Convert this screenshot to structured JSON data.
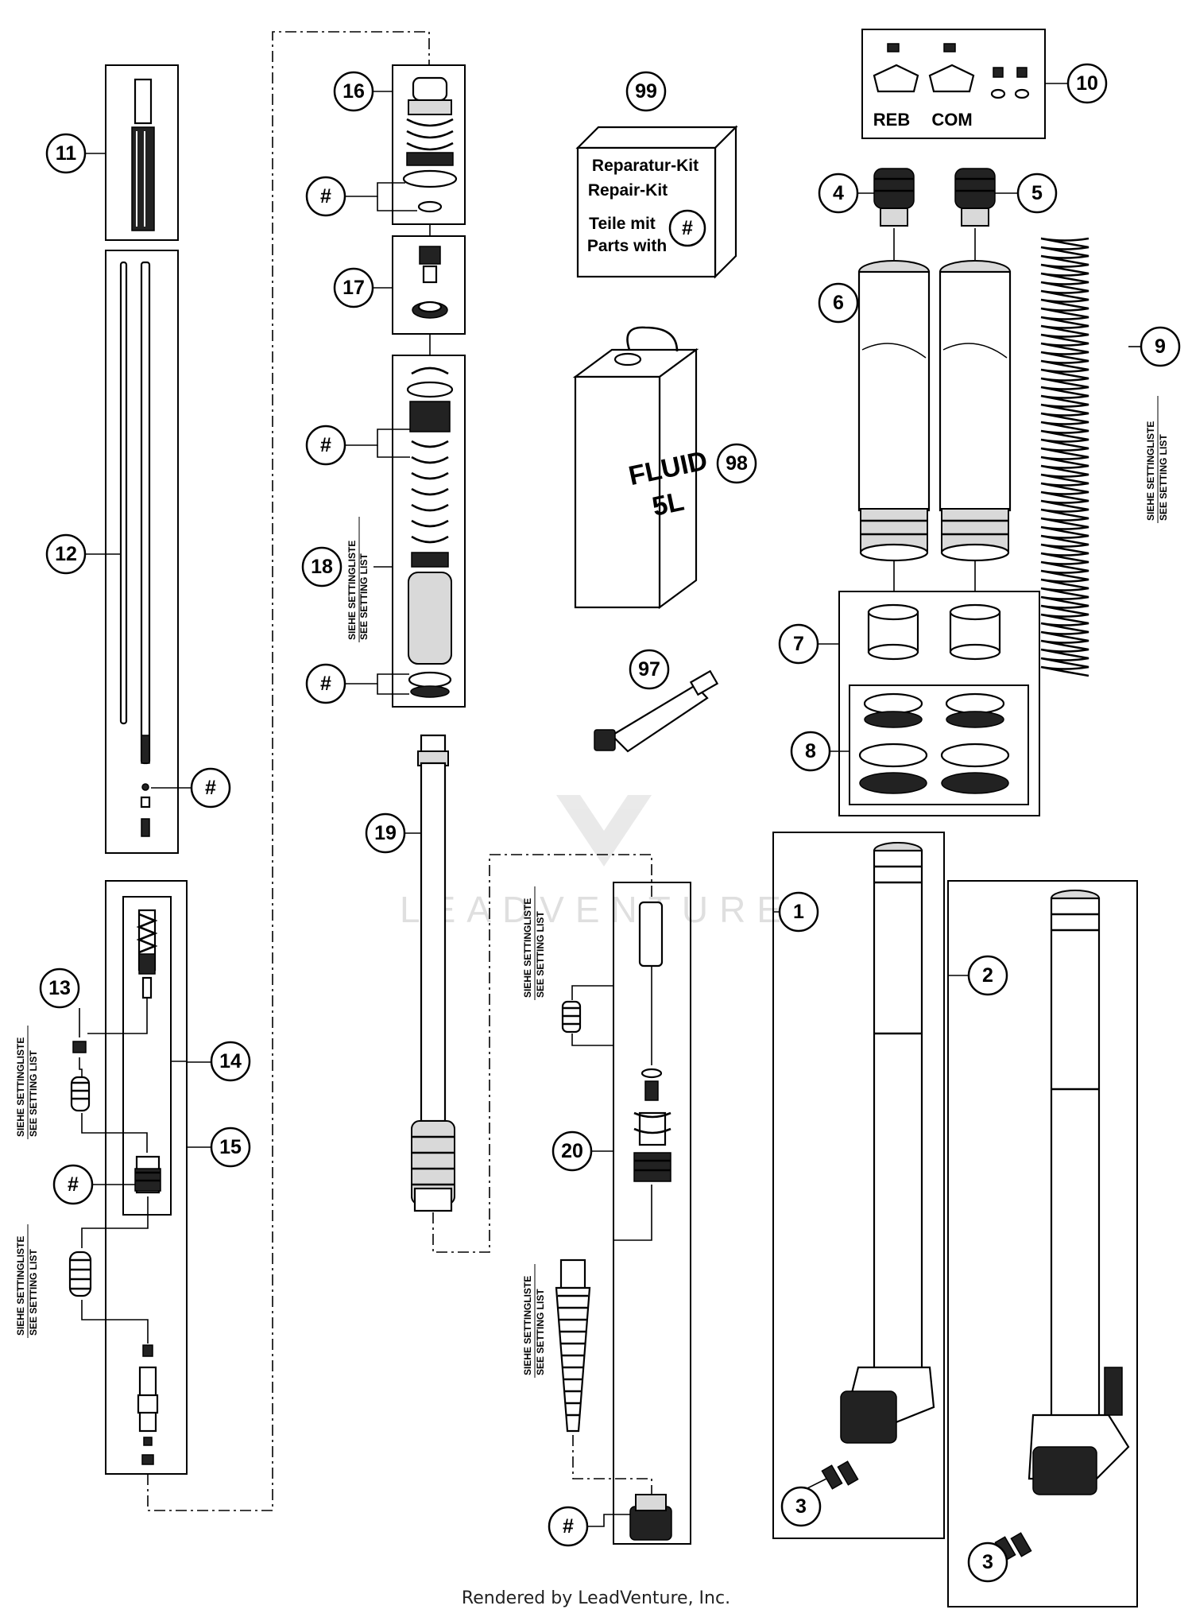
{
  "callouts": {
    "c1": "1",
    "c2": "2",
    "c3a": "3",
    "c3b": "3",
    "c4": "4",
    "c5": "5",
    "c6": "6",
    "c7": "7",
    "c8": "8",
    "c9": "9",
    "c10": "10",
    "c11": "11",
    "c12": "12",
    "c13": "13",
    "c14": "14",
    "c15": "15",
    "c16": "16",
    "c17": "17",
    "c18": "18",
    "c19": "19",
    "c20": "20",
    "c97": "97",
    "c98": "98",
    "c99": "99",
    "hash": "#"
  },
  "repair_kit": {
    "line1": "Reparatur-Kit",
    "line2": "Repair-Kit",
    "line3": "Teile mit",
    "line4": "Parts with"
  },
  "adjusters": {
    "reb": "REB",
    "com": "COM"
  },
  "fluid_can": {
    "line1": "FLUID",
    "line2": "5L"
  },
  "setting_list": {
    "de": "SIEHE SETTINGLISTE",
    "en": "SEE SETTING LIST"
  },
  "watermark": "LEADVENTURE",
  "footer": "Rendered by LeadVenture, Inc."
}
